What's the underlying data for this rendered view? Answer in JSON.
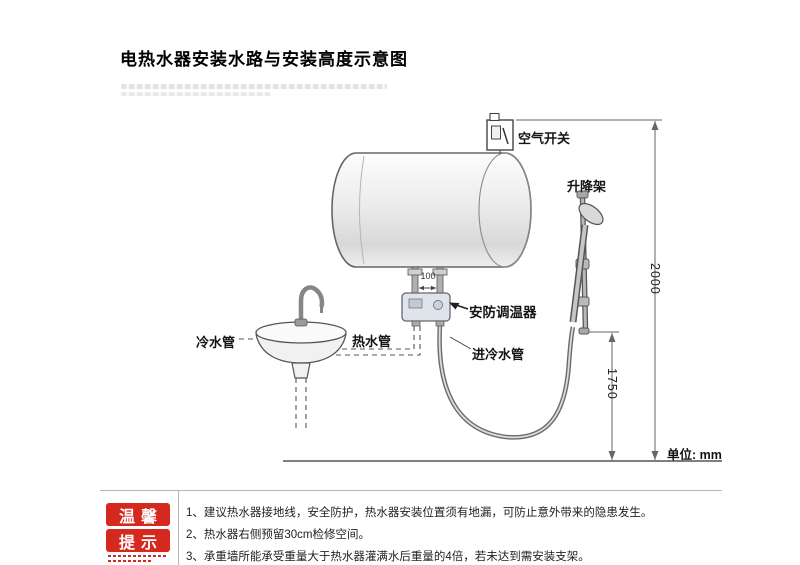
{
  "title": "电热水器安装水路与安装高度示意图",
  "diagram": {
    "air_switch_label": "空气开关",
    "lift_rack_label": "升降架",
    "cold_pipe_label": "冷水管",
    "hot_pipe_label": "热水管",
    "inlet_cold_pipe_label": "进冷水管",
    "thermostat_label": "安防调温器",
    "dim_between_pipes": "100",
    "dim_height_total": "2000",
    "dim_height_shower": "1750",
    "unit_label": "单位: mm"
  },
  "tips": {
    "stamp": {
      "line1": "温馨",
      "line2": "提示"
    },
    "notes": [
      "1、建议热水器接地线，安全防护，热水器安装位置须有地漏，可防止意外带来的隐患发生。",
      "2、热水器右侧预留30cm检修空间。",
      "3、承重墙所能承受重量大于热水器灌满水后重量的4倍，若未达到需安装支架。"
    ]
  },
  "colors": {
    "stamp_red": "#d5281e",
    "line": "#555555"
  }
}
